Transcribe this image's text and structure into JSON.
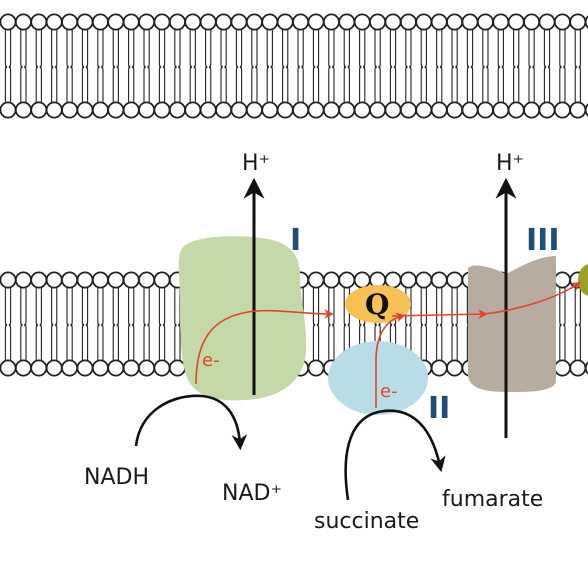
{
  "labels": {
    "h_plus_left": "H⁺",
    "h_plus_right": "H⁺",
    "complex_1": "I",
    "complex_2": "II",
    "complex_3": "III",
    "ubiquinone": "Q",
    "electron_1": "e-",
    "electron_2": "e-",
    "nadh": "NADH",
    "nad_plus": "NAD⁺",
    "succinate": "succinate",
    "fumarate": "fumarate"
  },
  "colors": {
    "complex_1": "#c5d9a8",
    "complex_2": "#b9dde6",
    "complex_3": "#b8aca0",
    "ubiquinone": "#f7c155",
    "electron_path": "#e0452b",
    "roman_numerals": "#1f4e79",
    "membrane": "#222222",
    "edge_protein": "#9aa02a"
  }
}
